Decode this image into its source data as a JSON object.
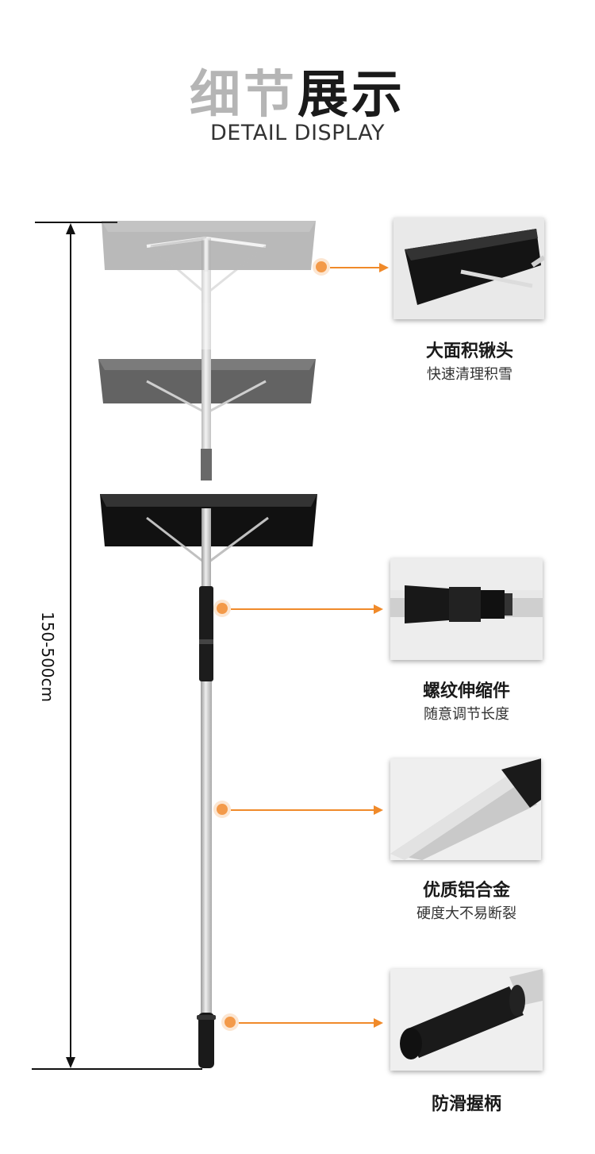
{
  "header": {
    "title_part1": "细节",
    "title_part2": "展示",
    "subtitle": "DETAIL DISPLAY"
  },
  "dimension": {
    "label": "150-500cm"
  },
  "features": [
    {
      "title": "大面积锹头",
      "subtitle": "快速清理积雪"
    },
    {
      "title": "螺纹伸缩件",
      "subtitle": "随意调节长度"
    },
    {
      "title": "优质铝合金",
      "subtitle": "硬度大不易断裂"
    },
    {
      "title": "防滑握柄",
      "subtitle": ""
    }
  ],
  "colors": {
    "accent": "#f08a2a",
    "title_light": "#b5b5b5",
    "title_dark": "#1a1a1a"
  }
}
